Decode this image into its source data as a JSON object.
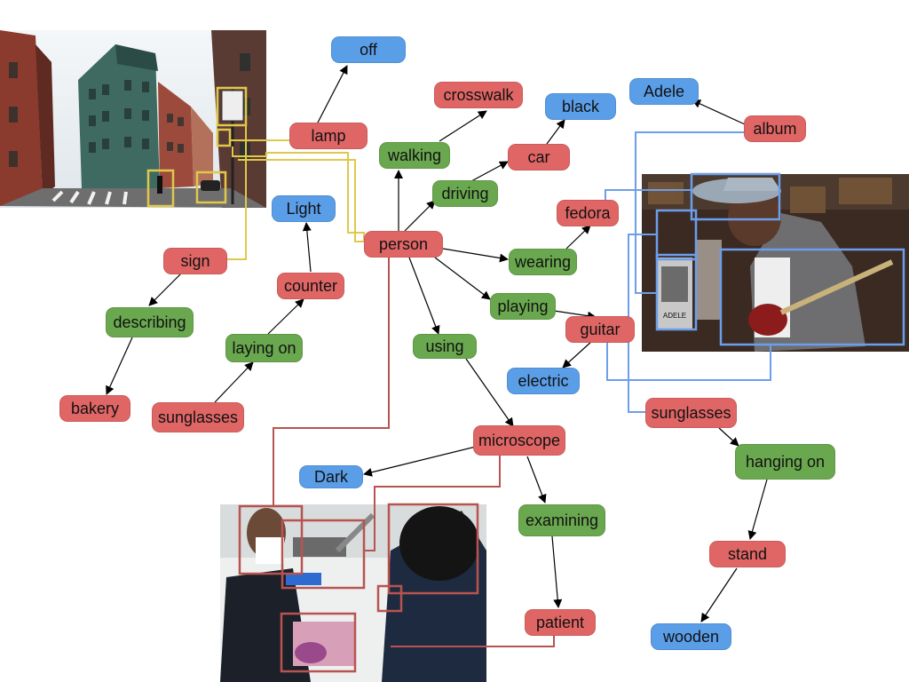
{
  "colors": {
    "object": "#e06666",
    "predicate": "#6aa84f",
    "attribute": "#5b9ee8",
    "street_links": "#e0c84a",
    "store_links": "#6d9eeb",
    "dental_links": "#b85450"
  },
  "nodes": {
    "off": "off",
    "lamp": "lamp",
    "crosswalk": "crosswalk",
    "walking": "walking",
    "black": "black",
    "car": "car",
    "driving": "driving",
    "adele": "Adele",
    "album": "album",
    "light": "Light",
    "person": "person",
    "fedora": "fedora",
    "wearing": "wearing",
    "sign": "sign",
    "counter": "counter",
    "playing": "playing",
    "guitar": "guitar",
    "describing": "describing",
    "laying_on": "laying on",
    "using": "using",
    "electric": "electric",
    "bakery": "bakery",
    "sunglasses_left": "sunglasses",
    "sunglasses_right": "sunglasses",
    "microscope": "microscope",
    "hanging_on": "hanging on",
    "dark": "Dark",
    "examining": "examining",
    "stand": "stand",
    "patient": "patient",
    "wooden": "wooden"
  },
  "photos": {
    "store_sign_text": "ADELE"
  }
}
